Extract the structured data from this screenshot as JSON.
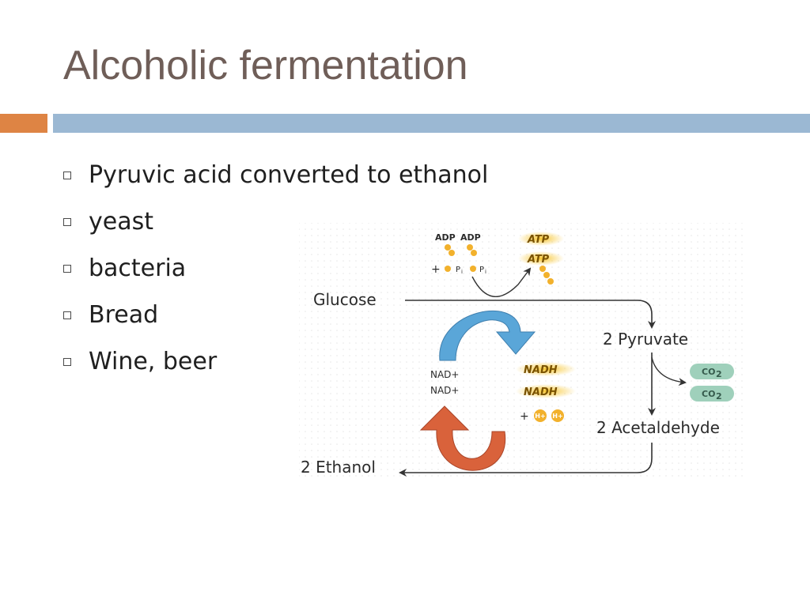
{
  "slide": {
    "title": "Alcoholic fermentation",
    "bullets": [
      "Pyruvic acid converted to ethanol",
      "yeast",
      "bacteria",
      "Bread",
      "Wine, beer"
    ]
  },
  "diagram": {
    "glucose": "Glucose",
    "pyruvate": "2 Pyruvate",
    "acetaldehyde": "2 Acetaldehyde",
    "ethanol": "2 Ethanol",
    "adp_1": "ADP",
    "adp_2": "ADP",
    "plus_1": "+",
    "pi_1": "P",
    "pi_1_sub": "i",
    "pi_2": "P",
    "pi_2_sub": "i",
    "atp_1": "ATP",
    "atp_2": "ATP",
    "nad_1": "NAD+",
    "nad_2": "NAD+",
    "nadh_1": "NADH",
    "nadh_2": "NADH",
    "plus_2": "+",
    "h_1": "H+",
    "h_2": "H+",
    "co2_1": "CO",
    "co2_1_sub": "2",
    "co2_2": "CO",
    "co2_2_sub": "2"
  },
  "colors": {
    "title": "#6f5e58",
    "bar_orange": "#de8444",
    "bar_blue": "#9bb8d3",
    "blue_arrow": "#5aa6d8",
    "red_arrow": "#d9623b",
    "atp_glow": "#f7c631",
    "co2": "#9fd0bb"
  }
}
